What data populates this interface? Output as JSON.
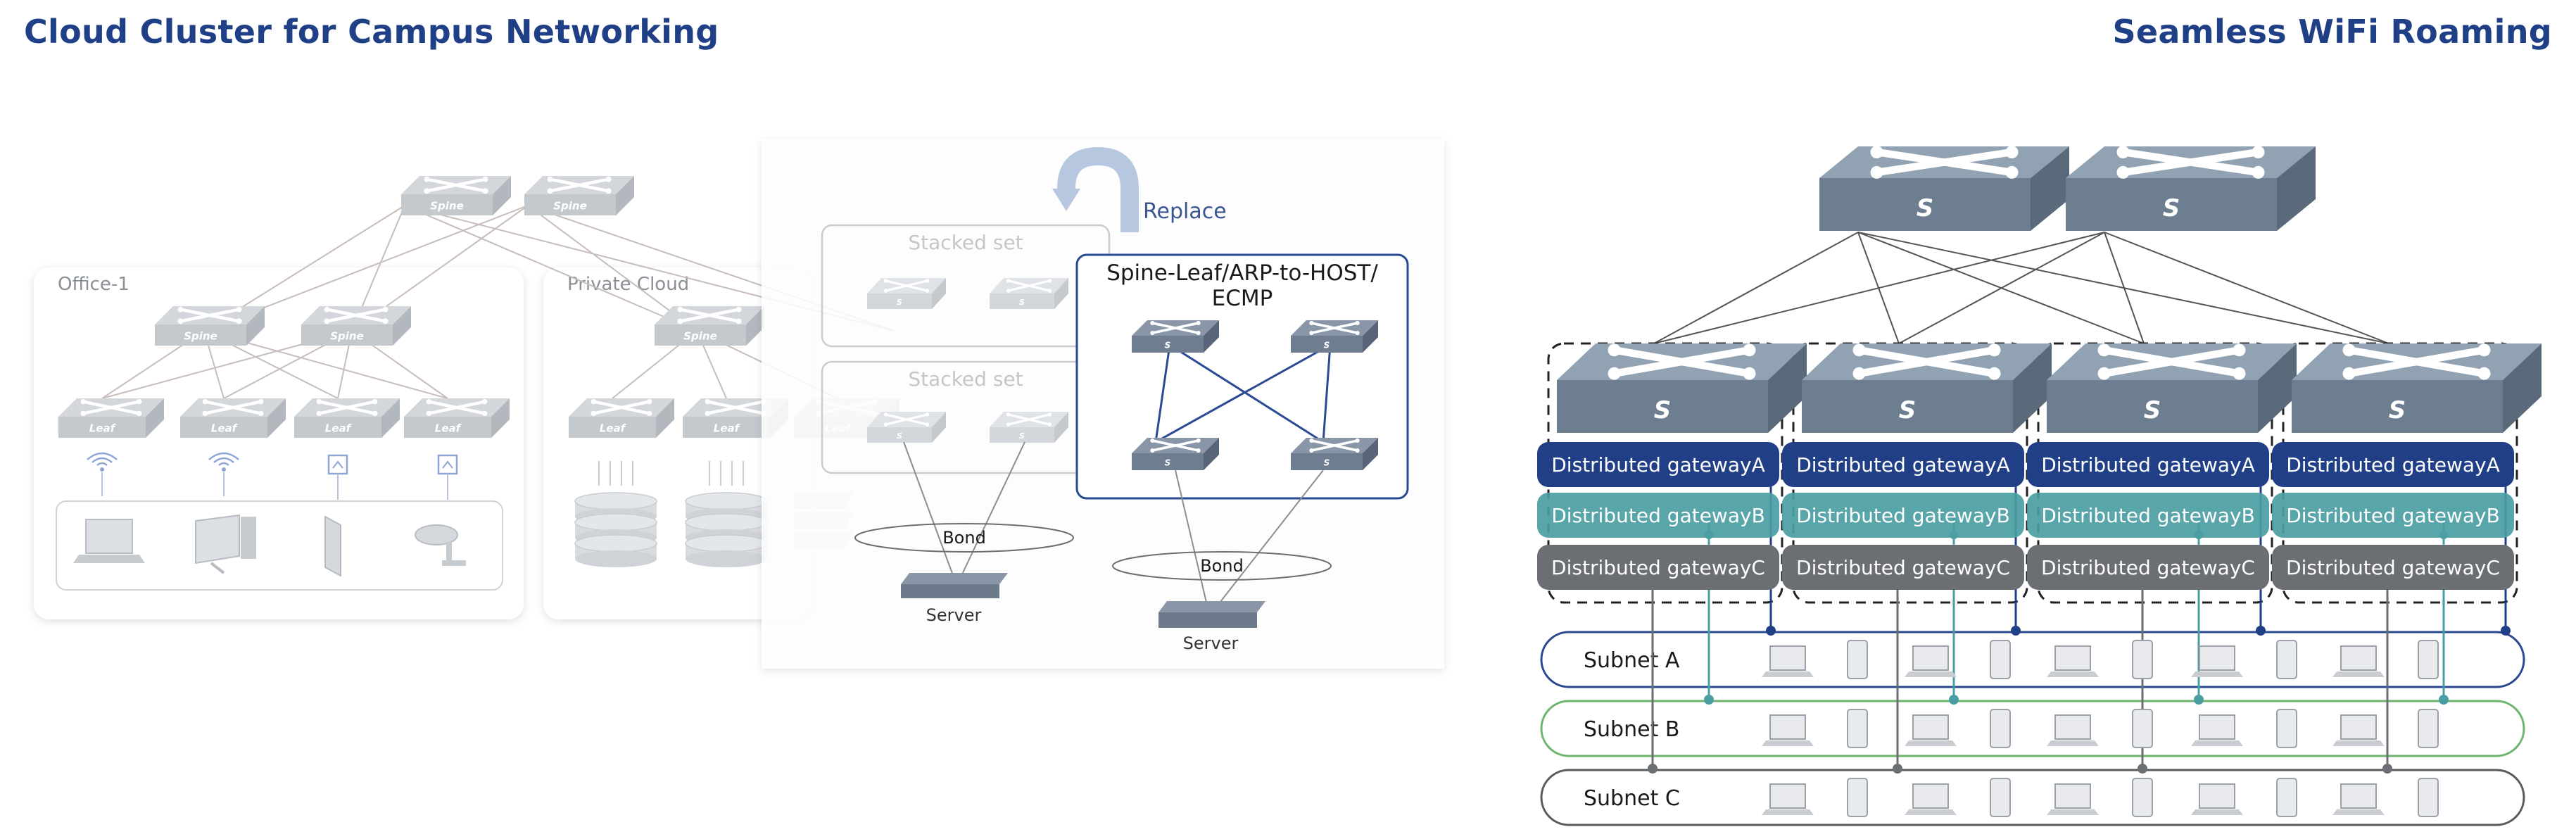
{
  "titles": {
    "left": "Cloud Cluster for Campus Networking",
    "right": "Seamless WiFi Roaming"
  },
  "left_diagram": {
    "spine_label": "Spine",
    "leaf_label": "Leaf",
    "group_office": "Office-1",
    "group_private": "Private Cloud",
    "replace_label": "Replace",
    "stacked_label": "Stacked set",
    "spine_leaf_title_line1": "Spine-Leaf/ARP-to-HOST/",
    "spine_leaf_title_line2": "ECMP",
    "bond_label": "Bond",
    "server_label": "Server",
    "small_switch_label": "S"
  },
  "right_diagram": {
    "switch_label": "S",
    "gateway_a": "Distributed gatewayA",
    "gateway_b": "Distributed gatewayB",
    "gateway_c": "Distributed gatewayC",
    "subnets": [
      "Subnet A",
      "Subnet B",
      "Subnet C"
    ]
  },
  "colors": {
    "title": "#1f3f86",
    "gateway_a": "#213f87",
    "gateway_b": "#4a9ea3",
    "gateway_c": "#6b6e73",
    "switch_top": "#8fa0b0",
    "switch_side": "#5f6f80",
    "subnet_a_border": "#28488f",
    "subnet_b_border": "#6db46d",
    "subnet_c_border": "#5a5a5a",
    "faded": "#c8cdd2"
  }
}
